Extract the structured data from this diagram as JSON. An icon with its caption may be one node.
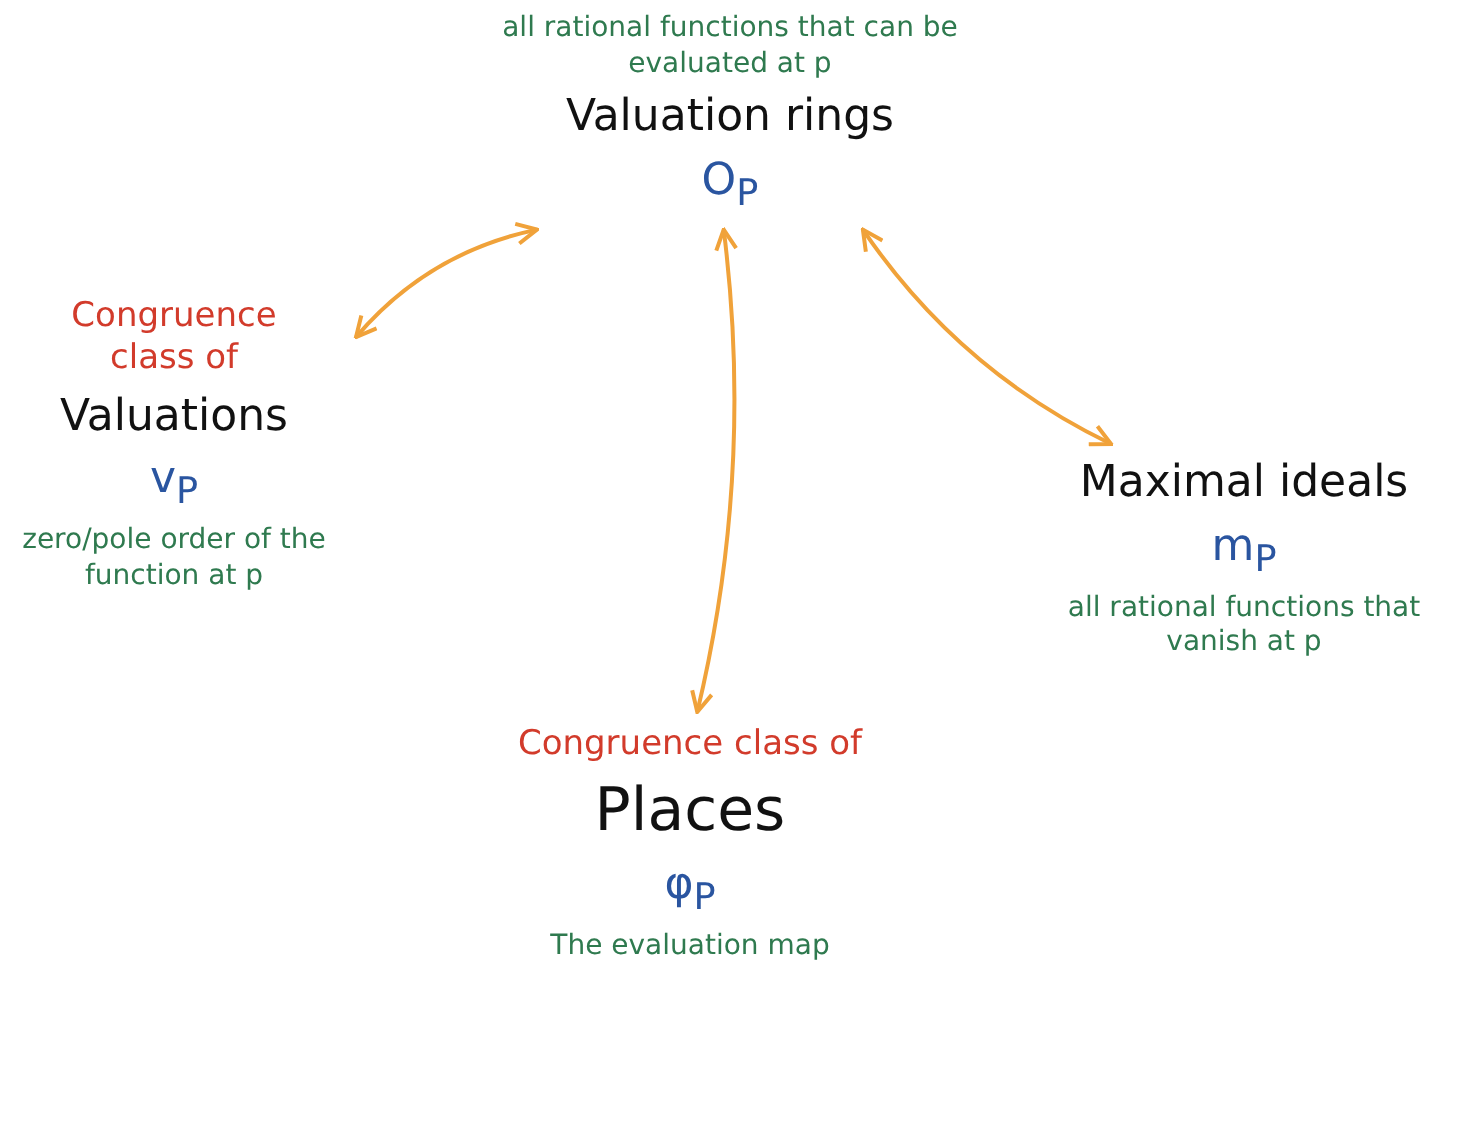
{
  "diagram": {
    "nodes": [
      {
        "text": [
          "all rational functions that can be evaluated at p",
          "Valuation rings",
          "O$_{P}$"
        ]
      },
      {
        "text": [
          "Congruence class of",
          "Valuations",
          "v$_{P}$",
          "zero/pole order of the function at p"
        ]
      },
      {
        "text": [
          "Maximal ideals",
          "m$_{P}$",
          "all rational functions that vanish at p"
        ]
      },
      {
        "text": [
          "Congruence class of",
          "Places",
          "φ$_{P}$",
          "The evaluation map"
        ]
      }
    ],
    "edges": [
      {
        "from": 0,
        "to": 1,
        "arrow": "both"
      },
      {
        "from": 0,
        "to": 3,
        "arrow": "both"
      },
      {
        "from": 0,
        "to": 2,
        "arrow": "both"
      }
    ]
  }
}
